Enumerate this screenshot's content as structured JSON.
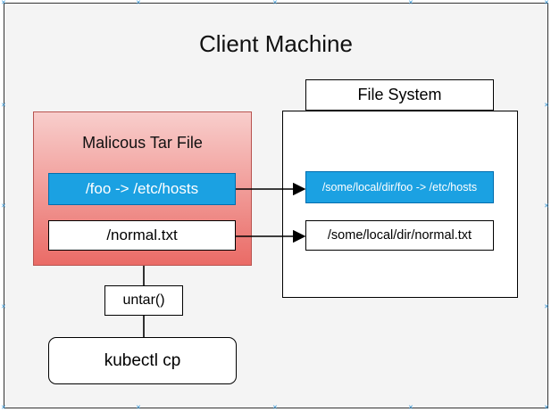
{
  "diagram": {
    "container": {
      "title": "Client Machine"
    },
    "tar_file": {
      "title": "Malicous Tar File",
      "entries": [
        "/foo -> /etc/hosts",
        "/normal.txt"
      ]
    },
    "file_system": {
      "title": "File System",
      "entries": [
        "/some/local/dir/foo -> /etc/hosts",
        "/some/local/dir/normal.txt"
      ]
    },
    "process": {
      "step": "untar()",
      "command": "kubectl cp"
    },
    "edges": [
      {
        "from": "/foo -> /etc/hosts",
        "to": "/some/local/dir/foo -> /etc/hosts"
      },
      {
        "from": "/normal.txt",
        "to": "/some/local/dir/normal.txt"
      },
      {
        "from": "Malicous Tar File",
        "to": "untar()",
        "arrow": false
      },
      {
        "from": "untar()",
        "to": "kubectl cp",
        "arrow": false
      }
    ],
    "colors": {
      "tar_fill_top": "#f8cecc",
      "tar_fill_bottom": "#ea6b66",
      "tar_stroke": "#b85450",
      "highlight_fill": "#1ba1e2",
      "highlight_stroke": "#006eaf",
      "container_fill": "#f4f4f4",
      "handle": "#3a9ad9"
    }
  }
}
